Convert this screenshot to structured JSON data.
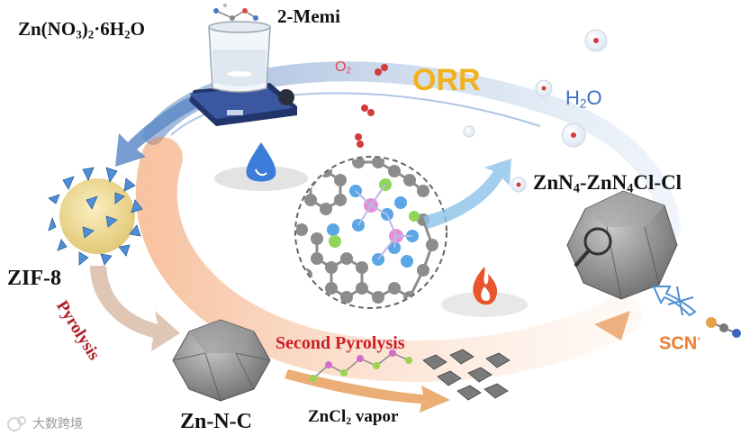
{
  "labels": {
    "zinc_nitrate": {
      "prefix": "Zn(NO",
      "sub1": "3",
      "mid": ")",
      "sub2": "2",
      "suffix": "·6H",
      "sub3": "2",
      "end": "O"
    },
    "memi": "2-Memi",
    "o2": {
      "main": "O",
      "sub": "2"
    },
    "orr": "ORR",
    "h2o": {
      "a": "H",
      "sub": "2",
      "b": "O"
    },
    "product": {
      "a": "ZnN",
      "s1": "4",
      "b": "-ZnN",
      "s2": "4",
      "c": "Cl-Cl"
    },
    "zif8": "ZIF-8",
    "pyrolysis": "Pyrolysis",
    "second_pyrolysis": "Second Pyrolysis",
    "scn": {
      "main": "SCN",
      "sup": "-"
    },
    "znnc": "Zn-N-C",
    "zncl2": {
      "a": "ZnCl",
      "sub": "2",
      "b": " vapor"
    },
    "watermark": "大数跨境"
  },
  "colors": {
    "orr_text": "#f2b21d",
    "h2o_text": "#3d6fc4",
    "o2_text": "#e0464c",
    "pyrolysis_text": "#b01e24",
    "second_pyrolysis_text": "#cc1f26",
    "scn_text": "#ef7d2b",
    "cycle_blue": "#5f8cc8",
    "cycle_orange": "#f2a46a"
  },
  "icons": [
    "water-drop-icon",
    "flame-icon",
    "magnifier-icon",
    "blocked-arrow-icon"
  ]
}
